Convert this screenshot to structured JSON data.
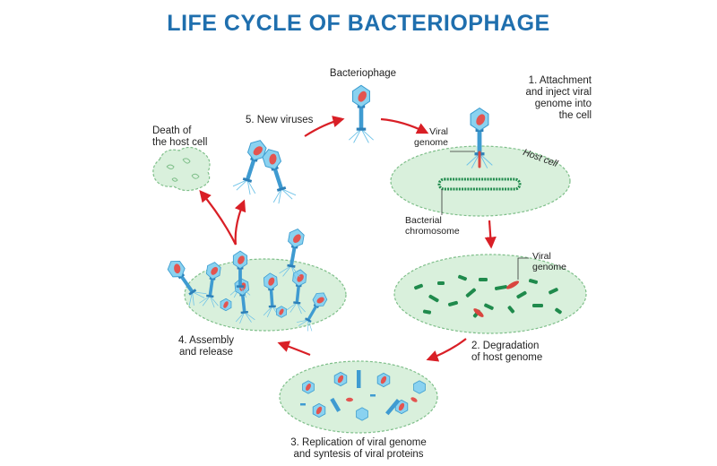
{
  "title": "LIFE CYCLE OF BACTERIOPHAGE",
  "labels": {
    "bacteriophage": "Bacteriophage",
    "step1": [
      "1. Attachment",
      "and inject viral",
      "genome into",
      "the cell"
    ],
    "viral_genome_top": [
      "Viral",
      "genome"
    ],
    "host_cell": "Host cell",
    "bacterial_chromosome": [
      "Bacterial",
      "chromosome"
    ],
    "viral_genome_right": [
      "Viral",
      "genome"
    ],
    "step2": [
      "2. Degradation",
      "of host genome"
    ],
    "step3": [
      "3. Replication of viral genome",
      "and syntesis of viral proteins"
    ],
    "step4": [
      "4. Assembly",
      "and release"
    ],
    "step5": "5. New viruses",
    "death": [
      "Death of",
      "the host cell"
    ]
  },
  "colors": {
    "title": "#1f6fae",
    "cell_fill": "#d9f0dc",
    "cell_stroke": "#7fbf8a",
    "arrow": "#d91f26",
    "phage_blue": "#6fc3e8",
    "dna_green": "#1f8a4c",
    "viral_dna": "#d9463f"
  }
}
